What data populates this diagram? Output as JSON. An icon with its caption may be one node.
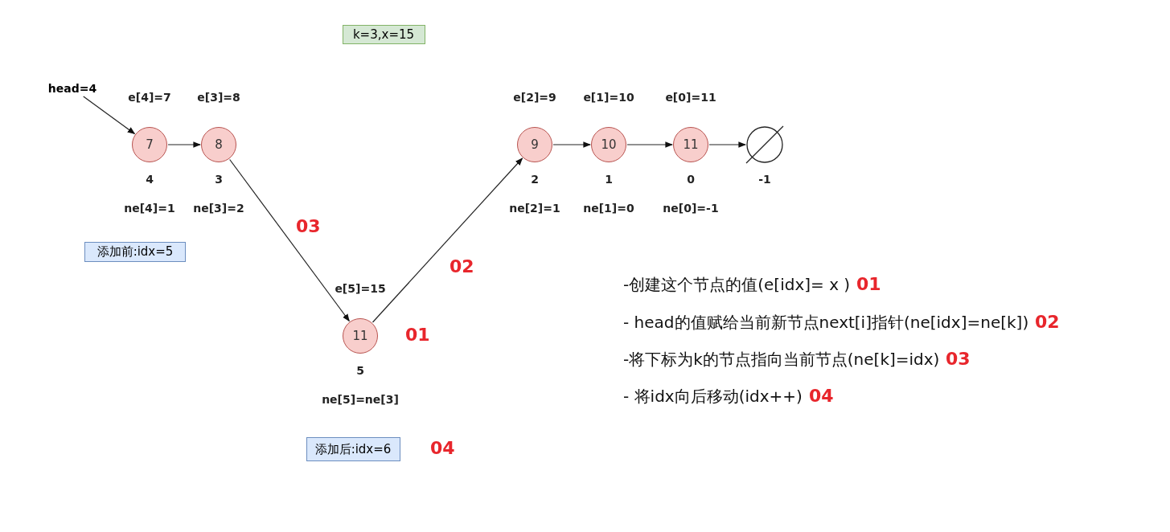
{
  "diagram": {
    "nodes": [
      {
        "text": [
          "head=4"
        ]
      },
      {
        "text": [
          "7"
        ],
        "beside": [
          "e[4]=7",
          "4",
          "ne[4]=1"
        ]
      },
      {
        "text": [
          "8"
        ],
        "beside": [
          "e[3]=8",
          "3",
          "ne[3]=2"
        ]
      },
      {
        "text": [
          "9"
        ],
        "beside": [
          "e[2]=9",
          "2",
          "ne[2]=1"
        ]
      },
      {
        "text": [
          "10"
        ],
        "beside": [
          "e[1]=10",
          "1",
          "ne[1]=0"
        ]
      },
      {
        "text": [
          "11"
        ],
        "beside": [
          "e[0]=11",
          "0",
          "ne[0]=-1"
        ]
      },
      {
        "text": [],
        "shape": "circle",
        "beside": [
          "-1"
        ]
      },
      {
        "text": [
          "11"
        ],
        "beside": [
          "e[5]=15",
          "5",
          "ne[5]=ne[3]",
          "01"
        ]
      },
      {
        "text": [
          "k=3,x=15"
        ]
      },
      {
        "text": [
          "添加前:idx=5"
        ]
      },
      {
        "text": [
          "添加后:idx=6"
        ],
        "beside": [
          "04"
        ]
      }
    ],
    "edges": [
      {
        "from": 0,
        "to": 1,
        "arrow": "to"
      },
      {
        "from": 1,
        "to": 2,
        "arrow": "to"
      },
      {
        "from": 2,
        "to": 7,
        "arrow": "to",
        "label": "03"
      },
      {
        "from": 7,
        "to": 3,
        "arrow": "to",
        "label": "02"
      },
      {
        "from": 3,
        "to": 4,
        "arrow": "to"
      },
      {
        "from": 4,
        "to": 5,
        "arrow": "to"
      },
      {
        "from": 5,
        "to": 6,
        "arrow": "to"
      }
    ],
    "labels": [
      "-创建这个节点的值(e[idx]= x )",
      "01",
      "- head的值赋给当前新节点next[i]指针(ne[idx]=ne[k])",
      "02",
      "-将下标为k的节点指向当前节点(ne[k]=idx)",
      "03",
      "- 将idx向后移动(idx++)",
      "04"
    ]
  }
}
